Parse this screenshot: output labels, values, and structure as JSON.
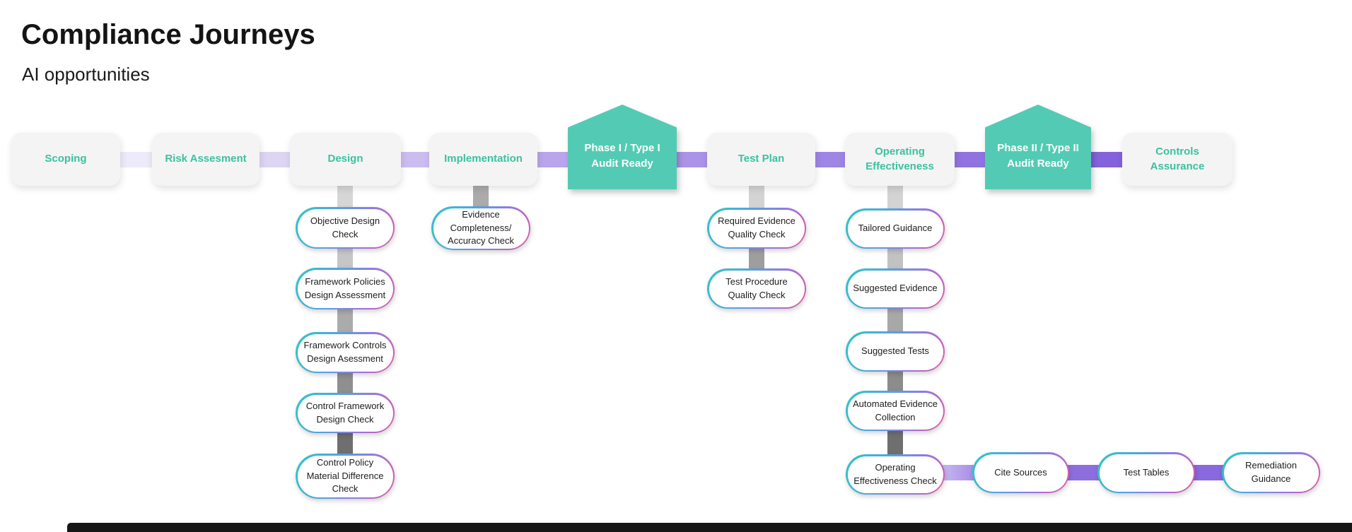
{
  "header": {
    "title": "Compliance Journeys",
    "subtitle": "AI opportunities"
  },
  "stages": [
    {
      "label": "Scoping"
    },
    {
      "label": "Risk Assesment"
    },
    {
      "label": "Design"
    },
    {
      "label": "Implementation"
    },
    {
      "line1": "Phase I / Type I",
      "line2": "Audit Ready"
    },
    {
      "label": "Test Plan"
    },
    {
      "label": "Operating Effectiveness"
    },
    {
      "line1": "Phase II / Type II",
      "line2": "Audit Ready"
    },
    {
      "label": "Controls Assurance"
    }
  ],
  "design_chain": [
    "Objective Design Check",
    "Framework Policies Design Assessment",
    "Framework Controls Design Asessment",
    "Control Framework Design Check",
    "Control Policy Material Difference Check"
  ],
  "implementation_chain": [
    "Evidence Completeness/ Accuracy Check"
  ],
  "test_plan_chain": [
    "Required Evidence Quality Check",
    "Test Procedure Quality Check"
  ],
  "operating_chain": [
    "Tailored Guidance",
    "Suggested Evidence",
    "Suggested Tests",
    "Automated Evidence Collection",
    "Operating Effectiveness Check"
  ],
  "followup_chain": [
    "Cite Sources",
    "Test Tables",
    "Remediation Guidance"
  ],
  "colors": {
    "accent_teal": "#3CC1A1",
    "milestone_fill": "#53CBB4",
    "stage_box_fill": "#F4F4F4",
    "pill_border": [
      "#2BC8C6",
      "#53A3E0",
      "#9478E3",
      "#E2569E"
    ],
    "stage_connectors": [
      "#EDEAF9",
      "#DED4F4",
      "#CCBDF0",
      "#BAA5EC",
      "#AB93E7",
      "#9F85E4",
      "#9173DF",
      "#8462DB"
    ],
    "design_connectors": [
      "#D6D6D6",
      "#C6C6C6",
      "#ABABAB",
      "#8F8F8F",
      "#6F6F6F"
    ],
    "implementation_connectors": [
      "#ABABAB"
    ],
    "test_plan_connectors": [
      "#D3D3D3",
      "#9E9E9E"
    ],
    "operating_connectors": [
      "#D3D3D3",
      "#C2C2C2",
      "#A8A8A8",
      "#8C8C8C",
      "#6F6F6F"
    ],
    "followup_connectors": [
      [
        "#C9BAF0",
        "#A58BE6"
      ],
      "#8E6EDF",
      "#8A68DE"
    ],
    "bottom_bar": "#161616"
  }
}
